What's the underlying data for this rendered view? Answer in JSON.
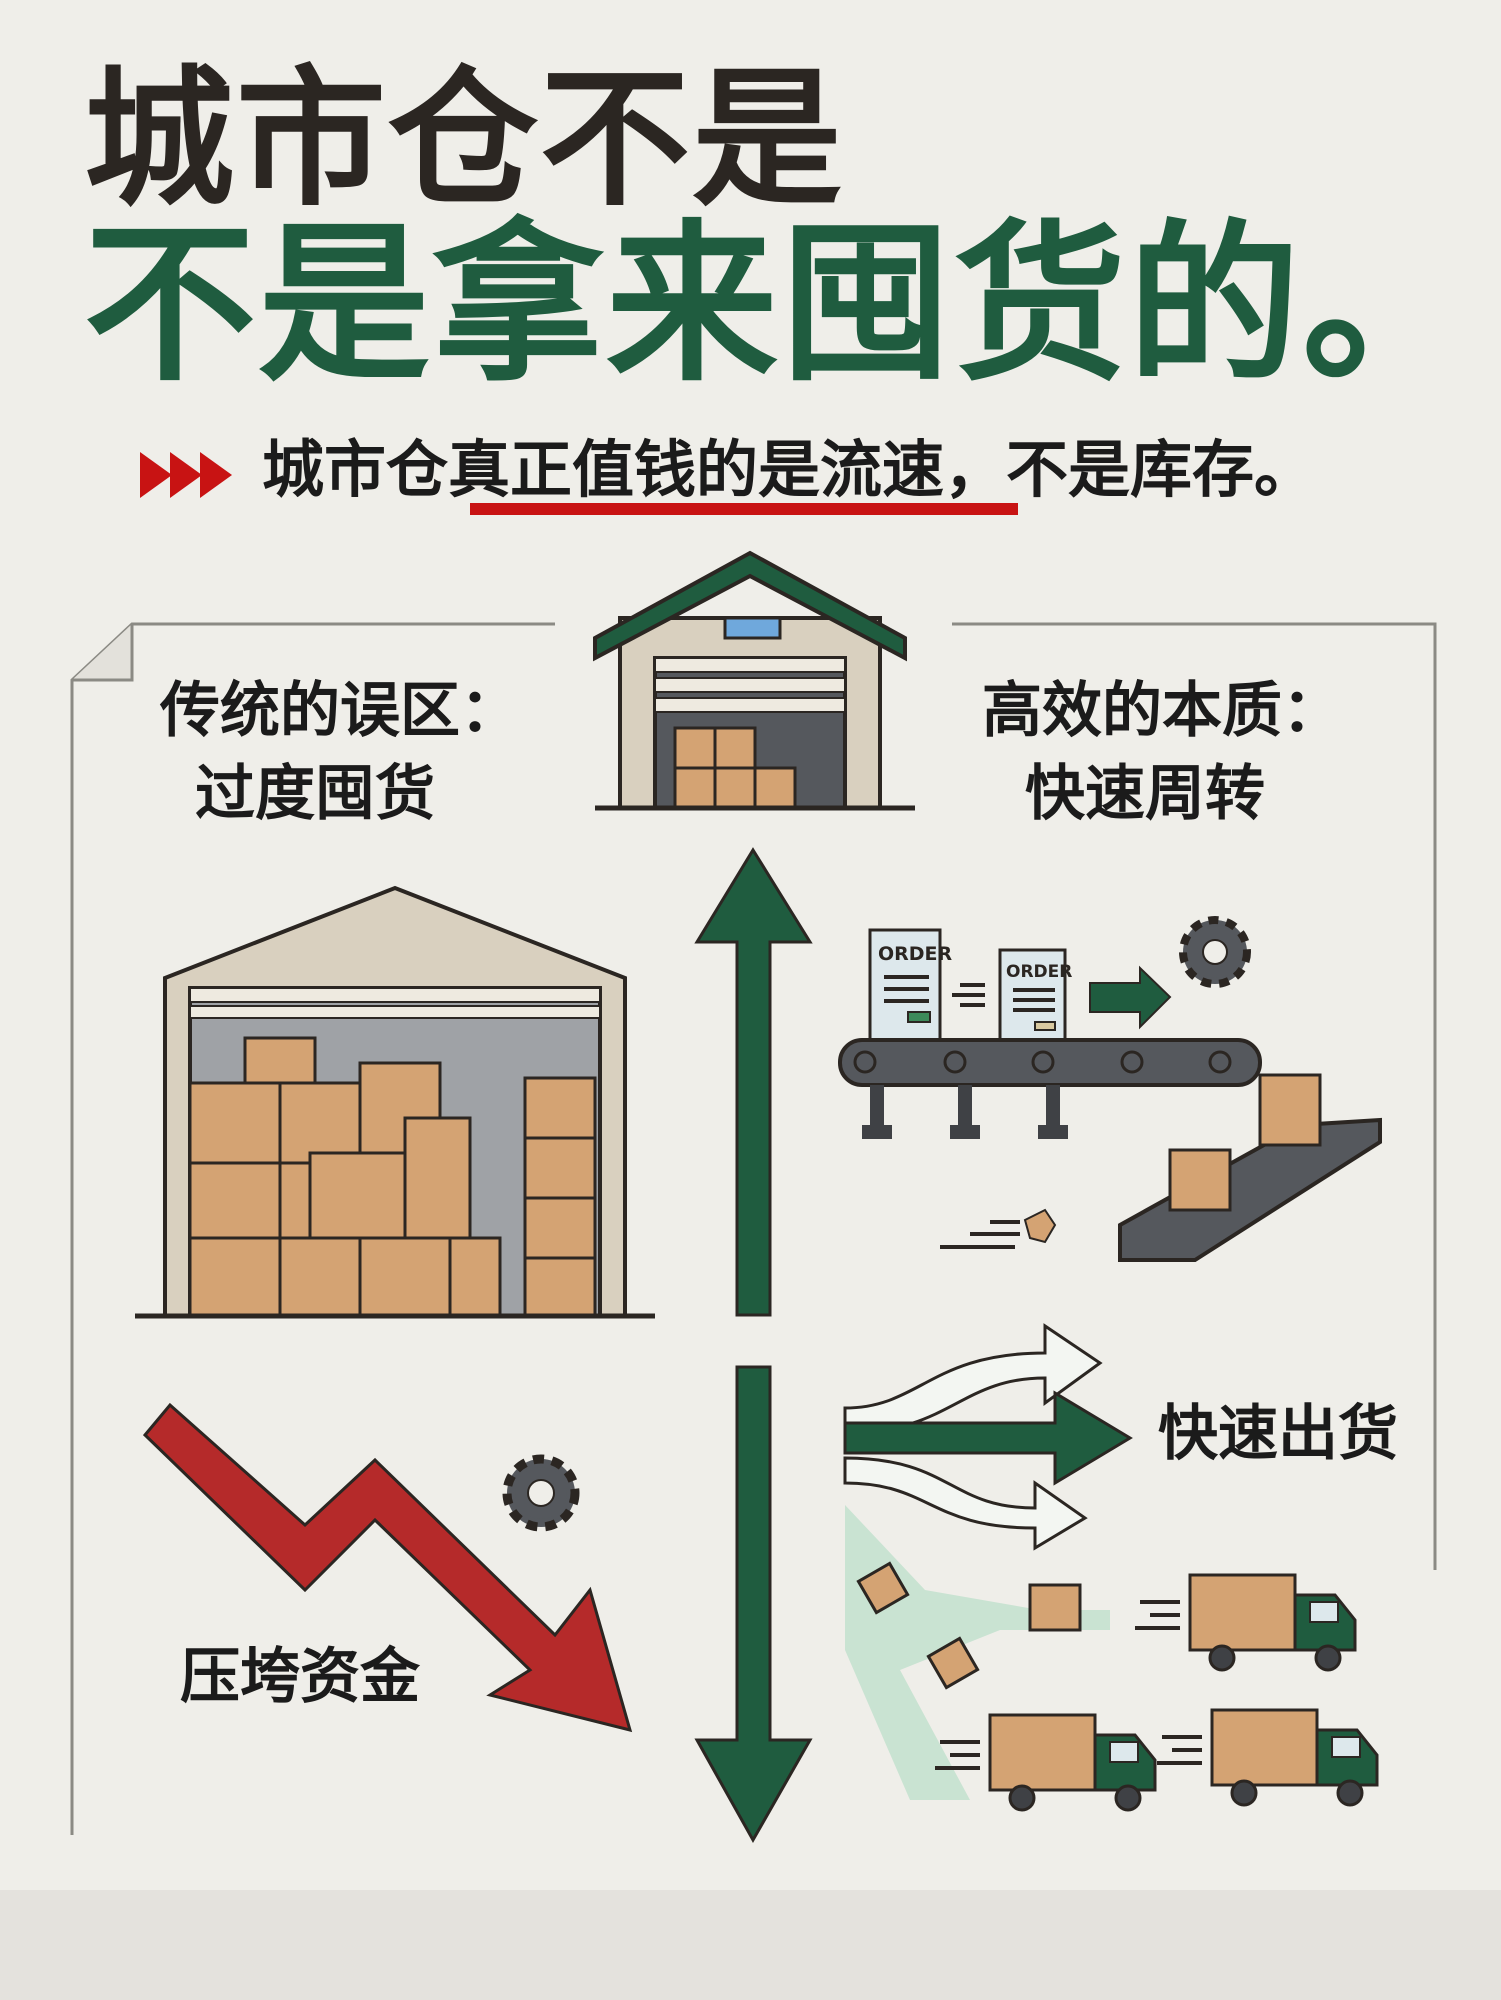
{
  "title": {
    "line1": "城市仓不是",
    "line2": "不是拿来囤货的。"
  },
  "subtitle": {
    "text": "城市仓真正值钱的是流速，不是库存。",
    "highlighted_part": "真正值钱的是流速"
  },
  "left_panel": {
    "heading_line1": "传统的误区：",
    "heading_line2": "过度囤货",
    "consequence": "压垮资金"
  },
  "right_panel": {
    "heading_line1": "高效的本质：",
    "heading_line2": "快速周转",
    "order_label_1": "ORDER",
    "order_label_2": "ORDER",
    "outbound": "快速出货"
  },
  "colors": {
    "green": "#1f5c3f",
    "red": "#c81313",
    "dark": "#2b2622",
    "box": "#d4a373",
    "background": "#efeee9"
  }
}
